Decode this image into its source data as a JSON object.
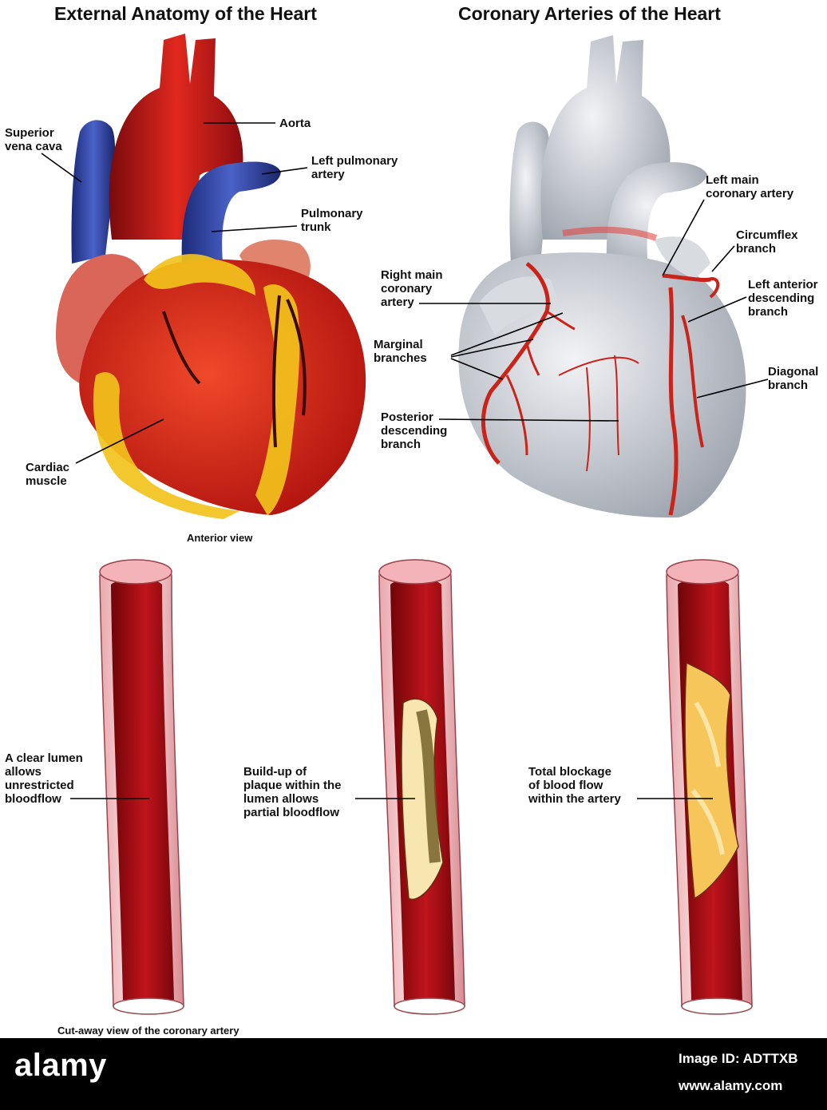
{
  "titles": {
    "external": "External Anatomy of the Heart",
    "coronary": "Coronary Arteries of the Heart"
  },
  "labels": {
    "superior_vena_cava": "Superior\nvena cava",
    "aorta": "Aorta",
    "left_pulmonary_artery": "Left pulmonary\nartery",
    "pulmonary_trunk": "Pulmonary\ntrunk",
    "cardiac_muscle": "Cardiac\nmuscle",
    "left_main_coronary": "Left main\ncoronary artery",
    "circumflex": "Circumflex\nbranch",
    "left_anterior_descending": "Left anterior\ndescending\nbranch",
    "diagonal": "Diagonal\nbranch",
    "right_main_coronary": "Right main\ncoronary\nartery",
    "marginal": "Marginal\nbranches",
    "posterior_descending": "Posterior\ndescending\nbranch",
    "clear_lumen": "A clear lumen\nallows\nunrestricted\nbloodflow",
    "plaque": "Build-up of\nplaque within the\nlumen allows\npartial bloodflow",
    "blockage": "Total blockage\nof blood flow\nwithin the artery"
  },
  "captions": {
    "anterior_view": "Anterior view",
    "cutaway": "Cut-away view of the coronary artery"
  },
  "footer": {
    "logo": "alamy",
    "image_id": "Image ID: ADTTXB",
    "site": "www.alamy.com"
  },
  "colors": {
    "artery_red": "#b0121a",
    "vein_blue": "#2a3f9e",
    "fat_yellow": "#f2c21c",
    "plaque_cream": "#f7e6b0"
  }
}
